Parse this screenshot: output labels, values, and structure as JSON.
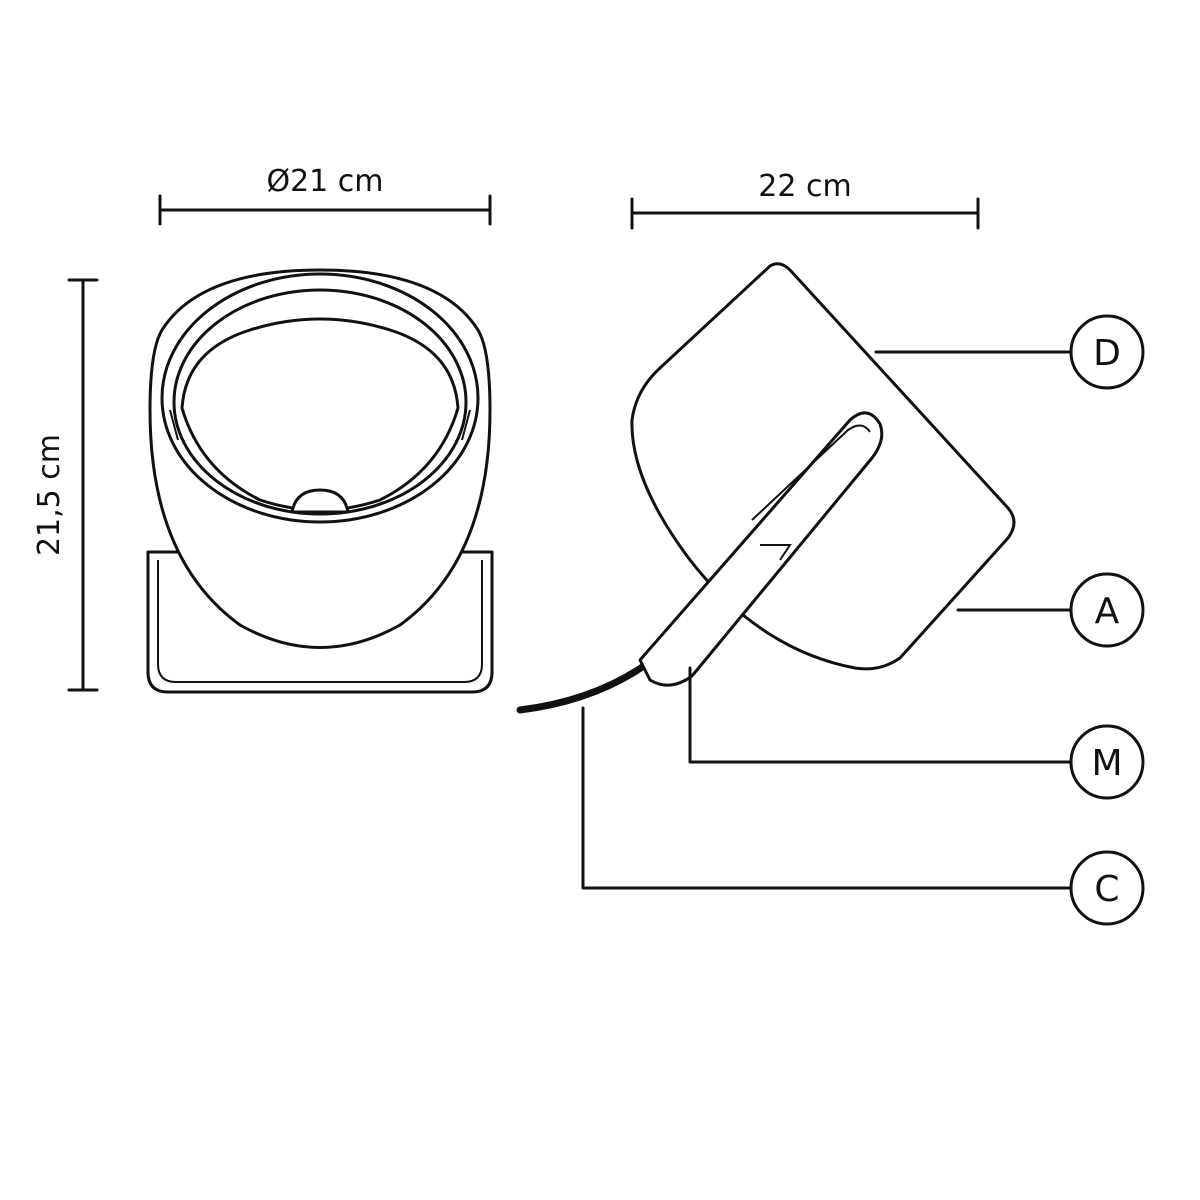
{
  "dimensions": {
    "diameter": "Ø21 cm",
    "depth": "22 cm",
    "height": "21,5 cm"
  },
  "callouts": [
    {
      "letter": "D"
    },
    {
      "letter": "A"
    },
    {
      "letter": "M"
    },
    {
      "letter": "C"
    }
  ],
  "colors": {
    "line": "#111111",
    "background": "#ffffff"
  }
}
